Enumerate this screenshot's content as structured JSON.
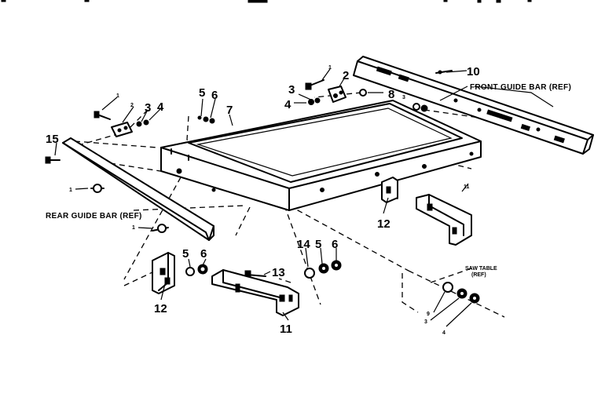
{
  "diagram": {
    "callouts": {
      "c1_a": "1",
      "c2_a": "2",
      "c3_a": "3",
      "c4_a": "4",
      "c8": "8",
      "c10": "10",
      "c1_b": "1",
      "c2_b": "2",
      "c3_b": "3",
      "c4_b": "4",
      "c5_a": "5",
      "c6_a": "6",
      "c7": "7",
      "c3_c": "3",
      "c15": "15",
      "c1_c": "1",
      "c1_d": "1",
      "c12_a": "12",
      "c11_a": "11",
      "c5_b": "5",
      "c6_b": "6",
      "c12_b": "12",
      "c13": "13",
      "c11_b": "11",
      "c14": "14",
      "c5_c": "5",
      "c6_c": "6",
      "c9": "9",
      "c3_d": "3",
      "c4_d": "4"
    },
    "captions": {
      "front_guide_bar": "FRONT GUIDE BAR (REF)",
      "rear_guide_bar": "REAR GUIDE BAR (REF)",
      "saw_table_line1": "SAW TABLE",
      "saw_table_line2": "(REF)"
    }
  }
}
